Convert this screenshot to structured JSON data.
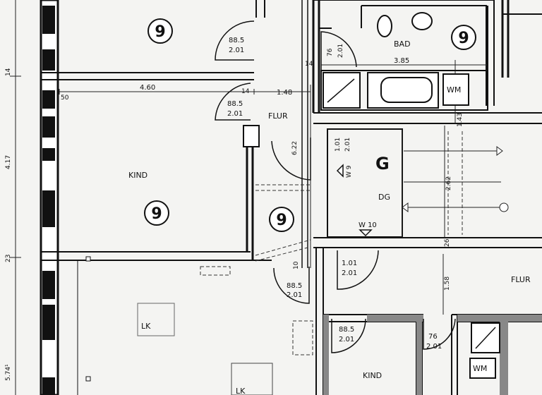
{
  "plan": {
    "room_labels": {
      "bad": "BAD",
      "flur_upper": "FLUR",
      "kind_upper": "KIND",
      "flur_right": "FLUR",
      "kind_lower": "KIND",
      "dg": "DG",
      "g": "G",
      "wm_bath": "WM",
      "wm_lower": "WM",
      "lk_left": "LK",
      "lk_bottom": "LK"
    },
    "unit_markers": [
      "9",
      "9",
      "9",
      "9"
    ],
    "door_labels": {
      "d1_top": "88.5",
      "d1_bottom": "2.01",
      "d2_top": "88.5",
      "d2_bottom": "2.01",
      "d3_top": "76",
      "d3_bottom": "2.01",
      "d4_top": "88.5",
      "d4_bottom": "2.01",
      "d5_top": "1.01",
      "d5_bottom": "2.01",
      "d6_top": "88.5",
      "d6_bottom": "2.01",
      "d7_top": "76",
      "d7_bottom": "2.01",
      "d8_top": "1.01",
      "d8_bottom": "2.01"
    },
    "window_labels": {
      "w9": "W 9",
      "w10": "W 10"
    },
    "dimensions": {
      "width_kind": "4.60",
      "width_flur": "1.48",
      "width_bad": "3.85",
      "depth_flur": "6.22",
      "depth_right": "2.62",
      "d_143": "1.43",
      "d_158": "1.58",
      "d_14": "14",
      "d_14b": "14",
      "d_50": "50",
      "d_10": "10",
      "d_26": "26",
      "margin_14": "14",
      "margin_417": "4.17",
      "margin_23": "23",
      "margin_5741": "5.74¹"
    }
  }
}
